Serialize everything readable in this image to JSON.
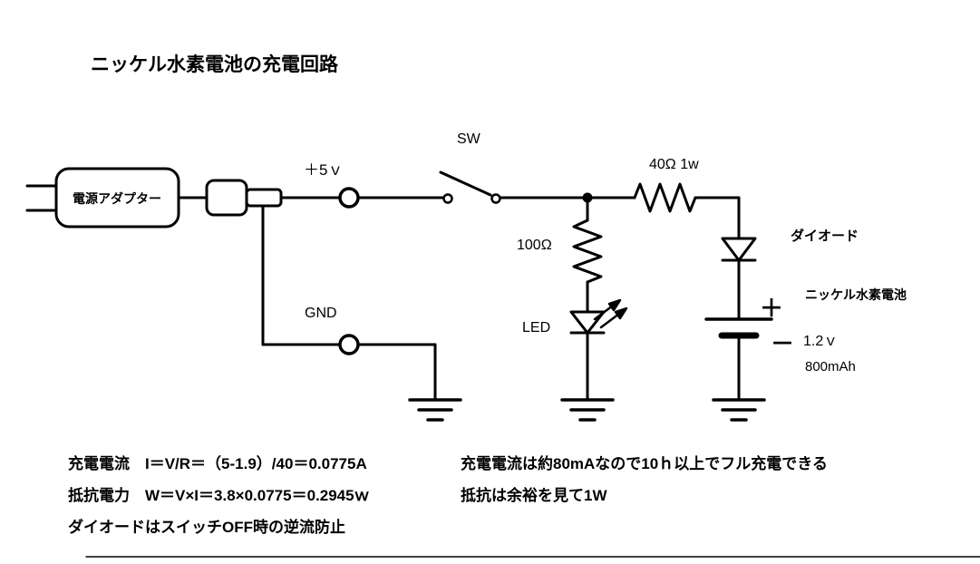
{
  "title": "ニッケル水素電池の充電回路",
  "labels": {
    "adapter": "電源アダプター",
    "plus5v": "＋5ｖ",
    "gnd": "GND",
    "sw": "SW",
    "r_led": "100Ω",
    "r_charge": "40Ω 1w",
    "led": "LED",
    "diode": "ダイオード",
    "battery_name": "ニッケル水素電池",
    "battery_voltage": "1.2ｖ",
    "battery_capacity": "800mAh",
    "battery_plus": "＋",
    "battery_minus": "－"
  },
  "notes": {
    "left": [
      "充電電流　I＝V/R＝（5-1.9）/40＝0.0775A",
      "抵抗電力　W＝V×I＝3.8×0.0775＝0.2945ｗ",
      "ダイオードはスイッチOFF時の逆流防止"
    ],
    "right": [
      "充電電流は約80mAなので10ｈ以上でフル充電できる",
      "抵抗は余裕を見て1W"
    ]
  },
  "colors": {
    "ink": "#000000",
    "background": "#ffffff"
  }
}
